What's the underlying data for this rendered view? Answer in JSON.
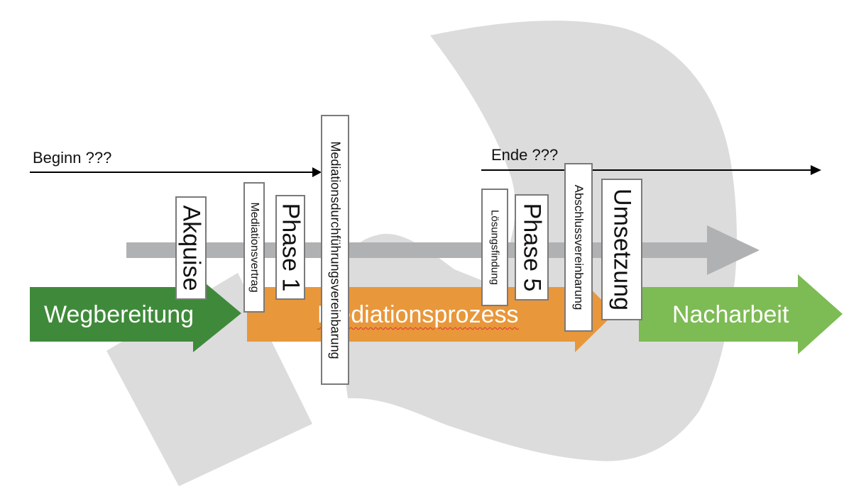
{
  "timeline": {
    "start_label": "Beginn ???",
    "end_label": "Ende ???"
  },
  "phases": [
    {
      "label": "Wegbereitung",
      "color": "#3f8a3a"
    },
    {
      "label": "Mediationsprozess",
      "color": "#e8973b"
    },
    {
      "label": "Nacharbeit",
      "color": "#7dbb54"
    }
  ],
  "milestones": [
    {
      "label": "Akquise"
    },
    {
      "label": "Mediationsvertrag"
    },
    {
      "label": "Phase 1"
    },
    {
      "label": "Mediationsdurchführungsvereinbarung"
    },
    {
      "label": "Lösungsfindung"
    },
    {
      "label": "Phase 5"
    },
    {
      "label": "Abschlussvereinbarung"
    },
    {
      "label": "Umsetzung"
    }
  ],
  "colors": {
    "background_shape": "#dcdcdd",
    "gray_arrow": "#b0b1b2",
    "box_border": "#7a7a7a"
  }
}
